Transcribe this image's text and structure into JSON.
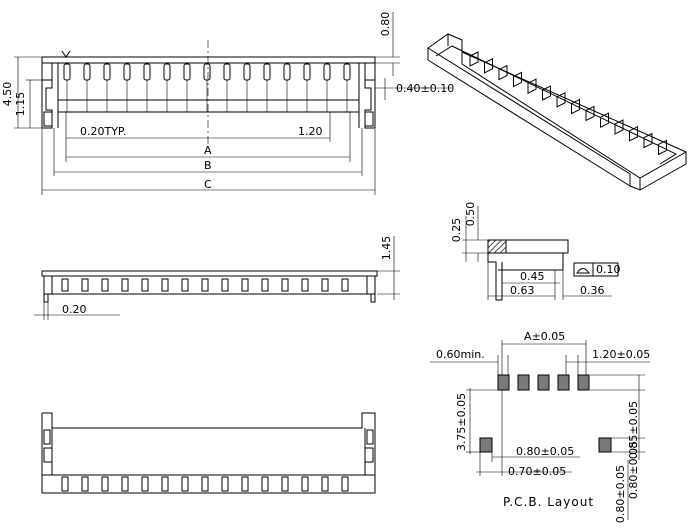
{
  "drawing": {
    "front_view": {
      "dim_height_total": "4.50",
      "dim_height_lower": "1.15",
      "dim_top": "0.80",
      "dim_pin_offset": "0.40±0.10",
      "dim_pin_width": "0.20TYP.",
      "dim_pitch": "1.20",
      "label_a": "A",
      "label_b": "B",
      "label_c": "C"
    },
    "bottom_view": {
      "dim_height": "1.45",
      "dim_pin": "0.20"
    },
    "side_view": {
      "dim_025": "0.25",
      "dim_050": "0.50",
      "dim_045": "0.45",
      "dim_063": "0.63",
      "dim_036": "0.36",
      "tolerance_value": "0.10"
    },
    "pcb_layout": {
      "title": "P.C.B. Layout",
      "dim_a": "A±0.05",
      "dim_min": "0.60min.",
      "dim_pitch": "1.20±0.05",
      "dim_vertical": "3.75±0.05",
      "dim_080_h": "0.80±0.05",
      "dim_070_h": "0.70±0.05",
      "dim_085_v": "0.85±0.05",
      "dim_080_v_top": "0.80±0.05",
      "dim_080_v_bottom": "0.80±0.05"
    }
  }
}
